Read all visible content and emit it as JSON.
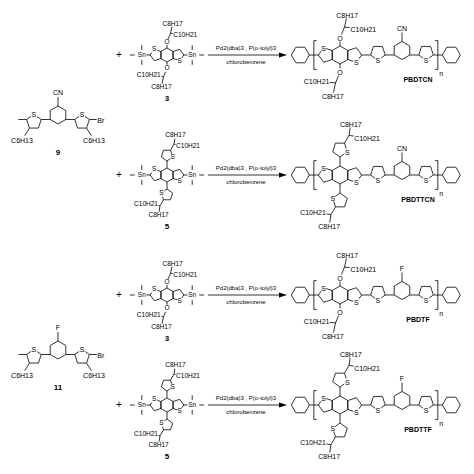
{
  "diagram": {
    "labels": [
      "CN",
      "S",
      "S",
      "Br",
      "C6H13",
      "C6H13",
      "9",
      "+",
      "C8H17",
      "C10H21",
      "O",
      "S",
      "S",
      "Sn",
      "Sn",
      "O",
      "C8H17",
      "C10H21",
      "3",
      "Pd2(dba)3 , P(o-tolyl)3",
      "chlorobenzene",
      "C8H17",
      "C10H21",
      "O",
      "S",
      "S",
      "O",
      "C8H17",
      "C10H21",
      "S",
      "CN",
      "S",
      "n",
      "PBDTCN",
      "+",
      "C8H17",
      "C10H21",
      "S",
      "S",
      "S",
      "Sn",
      "Sn",
      "S",
      "C8H17",
      "C10H21",
      "5",
      "Pd2(dba)3 , P(o-tolyl)3",
      "chlorobenzene",
      "C8H17",
      "C10H21",
      "S",
      "S",
      "S",
      "S",
      "C8H17",
      "C10H21",
      "S",
      "CN",
      "S",
      "n",
      "PBDTTCN",
      "F",
      "S",
      "S",
      "Br",
      "C6H13",
      "C6H13",
      "11",
      "+",
      "C8H17",
      "C10H21",
      "O",
      "S",
      "S",
      "Sn",
      "Sn",
      "O",
      "C8H17",
      "C10H21",
      "3",
      "Pd2(dba)3 , P(o-tolyl)3",
      "chlorobenzene",
      "C8H17",
      "C10H21",
      "O",
      "S",
      "S",
      "O",
      "C8H17",
      "C10H21",
      "S",
      "F",
      "S",
      "n",
      "PBDTF",
      "+",
      "C8H17",
      "C10H21",
      "S",
      "S",
      "S",
      "Sn",
      "Sn",
      "S",
      "C8H17",
      "C10H21",
      "5",
      "Pd2(dba)3 , P(o-tolyl)3",
      "chlorobenzene",
      "C8H17",
      "C10H21",
      "S",
      "S",
      "S",
      "S",
      "C8H17",
      "C10H21",
      "S",
      "F",
      "S",
      "n",
      "PBDTTF"
    ]
  }
}
